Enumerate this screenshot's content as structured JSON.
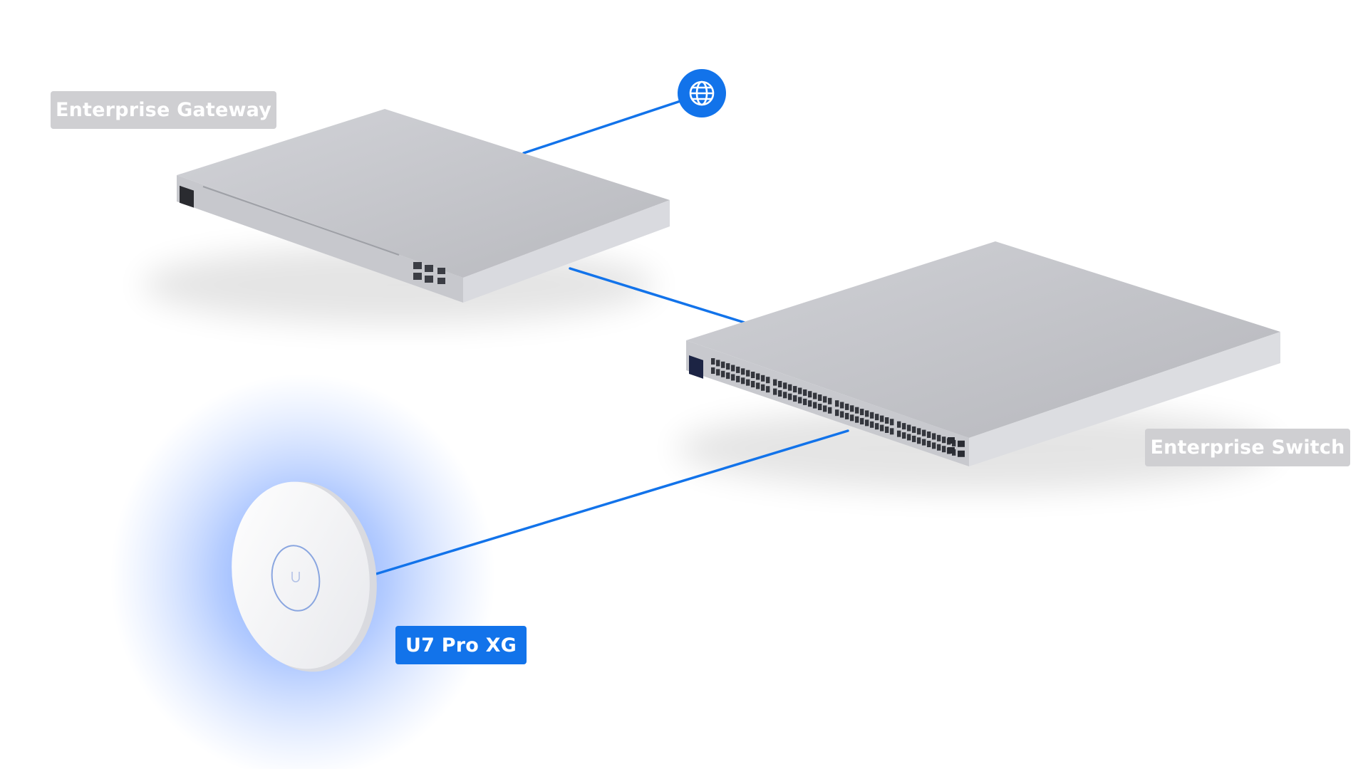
{
  "labels": {
    "gateway": "Enterprise Gateway",
    "switch": "Enterprise Switch",
    "access_point": "U7 Pro XG"
  },
  "icons": {
    "internet": "globe-icon",
    "access_point_logo": "ubiquiti-u-logo-icon"
  },
  "colors": {
    "link_line": "#1273ea",
    "internet_badge": "#1273ea",
    "ap_glow": "#3d7bff",
    "label_neutral_bg": "#cfcfd2",
    "label_active_bg": "#1273ea",
    "device_body": "#c3c4c9"
  },
  "connections": [
    {
      "from": "internet",
      "to": "gateway"
    },
    {
      "from": "gateway",
      "to": "switch"
    },
    {
      "from": "switch",
      "to": "access_point"
    }
  ]
}
